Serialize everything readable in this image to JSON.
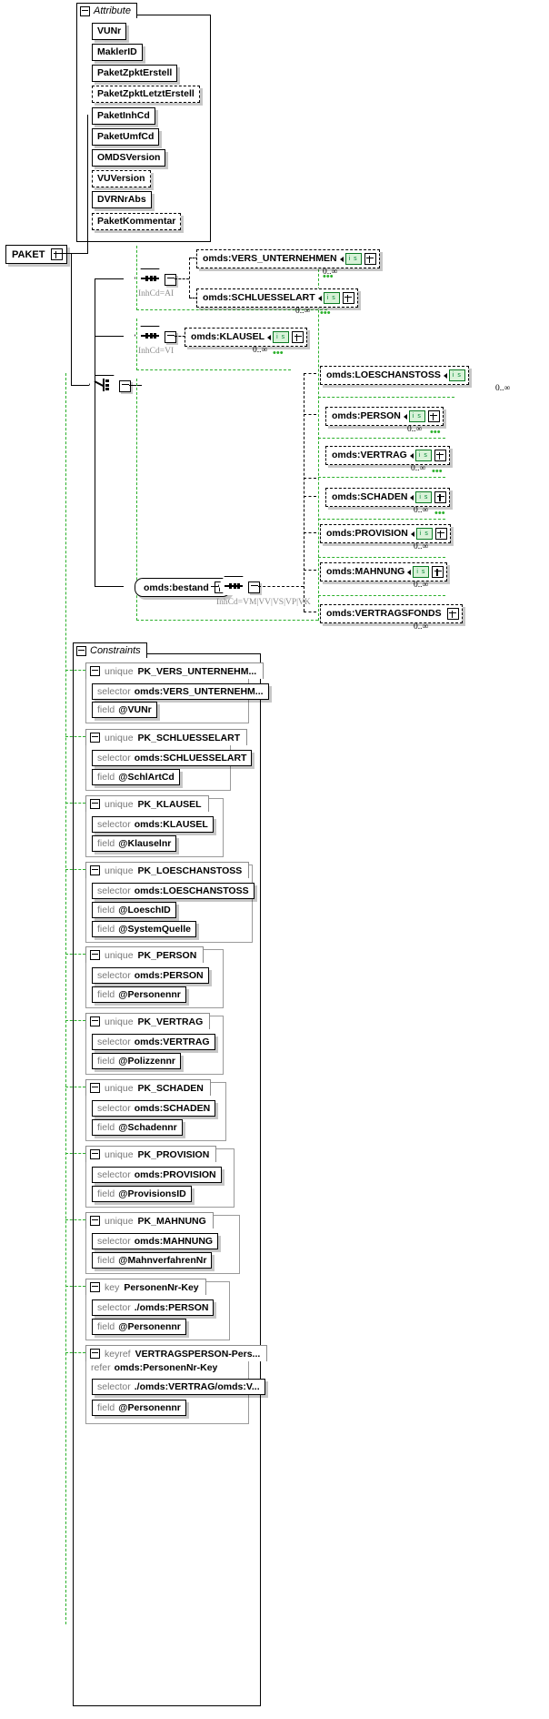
{
  "diagram": {
    "title": "PAKET",
    "root": {
      "label": "PAKET",
      "icon": "collapse-box"
    },
    "attribute_group": {
      "label": "Attribute",
      "toggle": "minus-icon",
      "attributes": [
        {
          "label": "VUNr",
          "optional": false
        },
        {
          "label": "MaklerID",
          "optional": false
        },
        {
          "label": "PaketZpktErstell",
          "optional": false
        },
        {
          "label": "PaketZpktLetztErstell",
          "optional": true
        },
        {
          "label": "PaketInhCd",
          "optional": false
        },
        {
          "label": "PaketUmfCd",
          "optional": false
        },
        {
          "label": "OMDSVersion",
          "optional": false
        },
        {
          "label": "VUVersion",
          "optional": true
        },
        {
          "label": "DVRNrAbs",
          "optional": false
        },
        {
          "label": "PaketKommentar",
          "optional": true
        }
      ]
    },
    "choice": {
      "glyph": "choice-icon",
      "toggle": "minus-icon"
    },
    "sequences": [
      {
        "id": "seq-ai",
        "glyph": "sequence-icon",
        "condition": "InhCd=AI"
      },
      {
        "id": "seq-vi",
        "glyph": "sequence-icon",
        "condition": "InhCd=VI"
      },
      {
        "id": "seq-bestand",
        "glyph": "sequence-icon",
        "condition": "InhCd=VM|VV|VS|VP|VK"
      }
    ],
    "bestand_ref": {
      "label": "omds:bestand",
      "toggle": "minus-icon"
    },
    "elements_ai": [
      {
        "label": "omds:VERS_UNTERNEHMEN",
        "badge": "i s",
        "occurrence": "0..∞"
      },
      {
        "label": "omds:SCHLUESSELART",
        "badge": "i s",
        "occurrence": "0..∞"
      }
    ],
    "elements_vi": [
      {
        "label": "omds:KLAUSEL",
        "badge": "i s",
        "occurrence": "0..∞"
      }
    ],
    "elements_bestand": [
      {
        "label": "omds:LOESCHANSTOSS",
        "badge": "i s",
        "occurrence": "0..∞"
      },
      {
        "label": "omds:PERSON",
        "badge": "i s",
        "occurrence": "0..∞"
      },
      {
        "label": "omds:VERTRAG",
        "badge": "i s",
        "occurrence": "0..∞"
      },
      {
        "label": "omds:SCHADEN",
        "badge": "i s",
        "occurrence": "0..∞"
      },
      {
        "label": "omds:PROVISION",
        "badge": "i s",
        "occurrence": "0..∞"
      },
      {
        "label": "omds:MAHNUNG",
        "badge": "i s",
        "occurrence": "0..∞"
      },
      {
        "label": "omds:VERTRAGSFONDS",
        "badge": "",
        "occurrence": "0..∞"
      }
    ],
    "constraints_group": {
      "label": "Constraints",
      "toggle": "minus-icon",
      "items": [
        {
          "kind": "unique",
          "name": "PK_VERS_UNTERNEHM...",
          "selector_kw": "selector",
          "selector": "omds:VERS_UNTERNEHM...",
          "fields": [
            {
              "kw": "field",
              "value": "@VUNr"
            }
          ]
        },
        {
          "kind": "unique",
          "name": "PK_SCHLUESSELART",
          "selector_kw": "selector",
          "selector": "omds:SCHLUESSELART",
          "fields": [
            {
              "kw": "field",
              "value": "@SchlArtCd"
            }
          ]
        },
        {
          "kind": "unique",
          "name": "PK_KLAUSEL",
          "selector_kw": "selector",
          "selector": "omds:KLAUSEL",
          "fields": [
            {
              "kw": "field",
              "value": "@Klauselnr"
            }
          ]
        },
        {
          "kind": "unique",
          "name": "PK_LOESCHANSTOSS",
          "selector_kw": "selector",
          "selector": "omds:LOESCHANSTOSS",
          "fields": [
            {
              "kw": "field",
              "value": "@LoeschID"
            },
            {
              "kw": "field",
              "value": "@SystemQuelle"
            }
          ]
        },
        {
          "kind": "unique",
          "name": "PK_PERSON",
          "selector_kw": "selector",
          "selector": "omds:PERSON",
          "fields": [
            {
              "kw": "field",
              "value": "@Personennr"
            }
          ]
        },
        {
          "kind": "unique",
          "name": "PK_VERTRAG",
          "selector_kw": "selector",
          "selector": "omds:VERTRAG",
          "fields": [
            {
              "kw": "field",
              "value": "@Polizzennr"
            }
          ]
        },
        {
          "kind": "unique",
          "name": "PK_SCHADEN",
          "selector_kw": "selector",
          "selector": "omds:SCHADEN",
          "fields": [
            {
              "kw": "field",
              "value": "@Schadennr"
            }
          ]
        },
        {
          "kind": "unique",
          "name": "PK_PROVISION",
          "selector_kw": "selector",
          "selector": "omds:PROVISION",
          "fields": [
            {
              "kw": "field",
              "value": "@ProvisionsID"
            }
          ]
        },
        {
          "kind": "unique",
          "name": "PK_MAHNUNG",
          "selector_kw": "selector",
          "selector": "omds:MAHNUNG",
          "fields": [
            {
              "kw": "field",
              "value": "@MahnverfahrenNr"
            }
          ]
        },
        {
          "kind": "key",
          "name": "PersonenNr-Key",
          "selector_kw": "selector",
          "selector": "./omds:PERSON",
          "fields": [
            {
              "kw": "field",
              "value": "@Personennr"
            }
          ]
        },
        {
          "kind": "keyref",
          "name": "VERTRAGSPERSON-Pers...",
          "refer_kw": "refer",
          "refer": "omds:PersonenNr-Key",
          "selector_kw": "selector",
          "selector": "./omds:VERTRAG/omds:V...",
          "fields": [
            {
              "kw": "field",
              "value": "@Personennr"
            }
          ]
        }
      ]
    },
    "colors": {
      "green": "#2ab02a",
      "shadow": "#c9c9c9",
      "badge_bg": "#d8f2d8",
      "badge_border": "#0a7a22"
    }
  }
}
